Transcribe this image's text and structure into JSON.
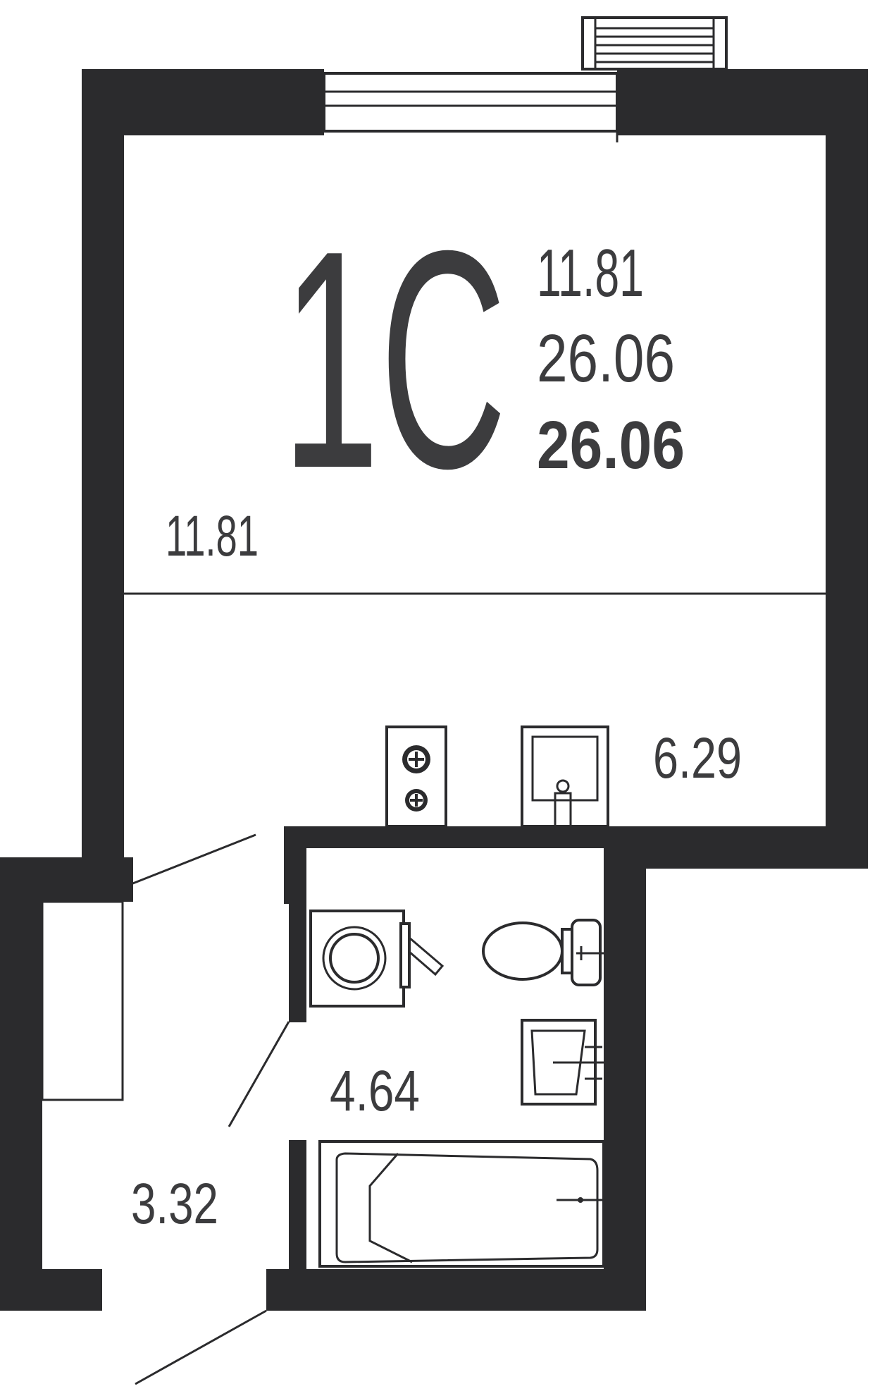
{
  "plan": {
    "unit_code": "1C",
    "living_area": "11.81",
    "total_area": "26.06",
    "total_area_bold": "26.06",
    "rooms": {
      "living_room": "11.81",
      "kitchen": "6.29",
      "bathroom": "4.64",
      "hallway": "3.32"
    }
  },
  "colors": {
    "wall": "#2b2b2d",
    "text": "#3c3c3e"
  }
}
